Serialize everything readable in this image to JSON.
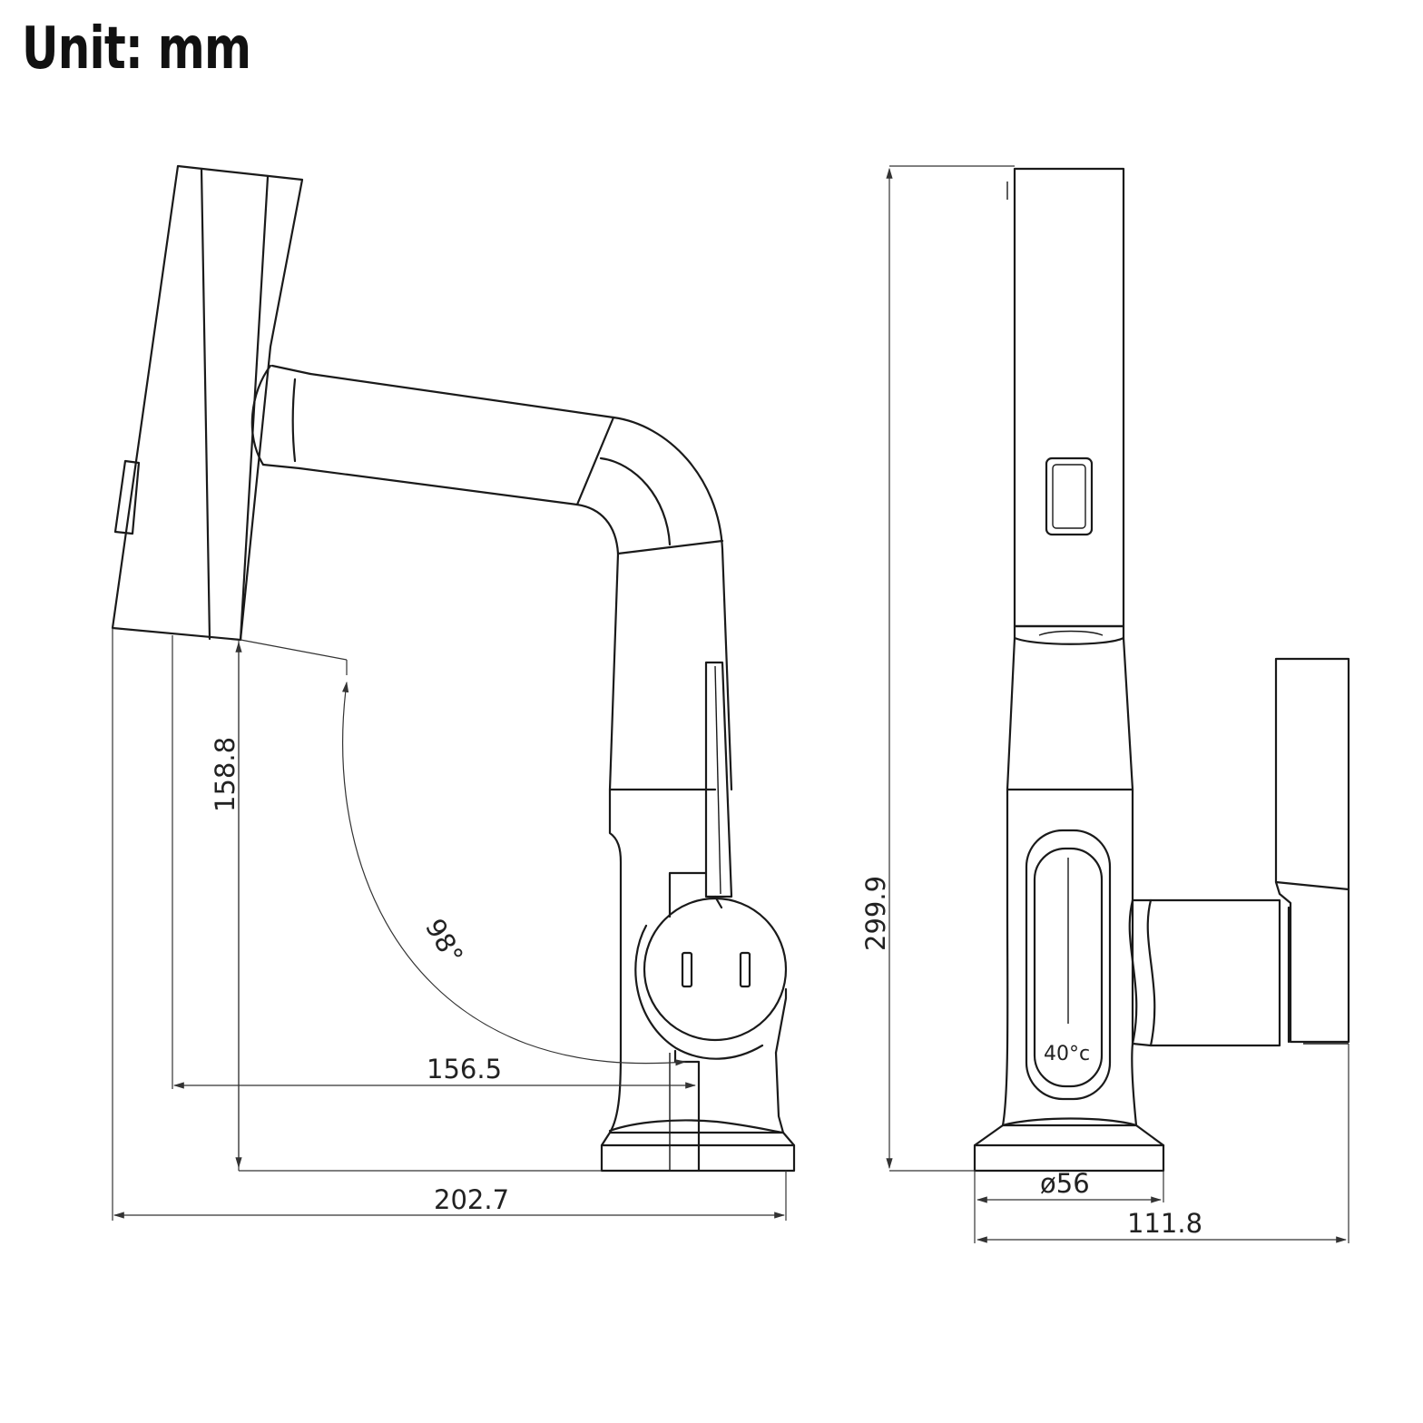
{
  "header": {
    "unit": "Unit: mm"
  },
  "dimensions": {
    "height_spout": "158.8",
    "angle": "98°",
    "reach_spout": "156.5",
    "total_depth": "202.7",
    "total_height": "299.9",
    "base_diameter": "ø56",
    "total_width": "111.8"
  },
  "display": {
    "temperature": "40°c"
  }
}
